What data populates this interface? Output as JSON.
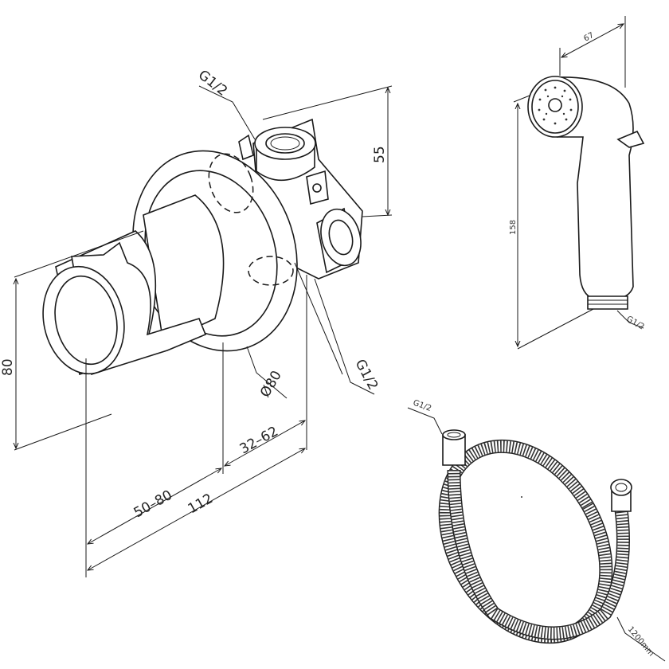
{
  "valve": {
    "top_port_label": "G1/2",
    "height_label": "55",
    "knob_height_label": "80",
    "flange_diameter_label": "Ø80",
    "side_port_label": "G1/2",
    "wall_depth_label": "32–62",
    "knob_depth_label": "50–80",
    "total_depth_label": "112"
  },
  "hand_shower": {
    "width_label": "67",
    "height_label": "158",
    "thread_label": "G1/2"
  },
  "hose": {
    "thread_label": "G1/2",
    "length_label": "1200mm"
  }
}
